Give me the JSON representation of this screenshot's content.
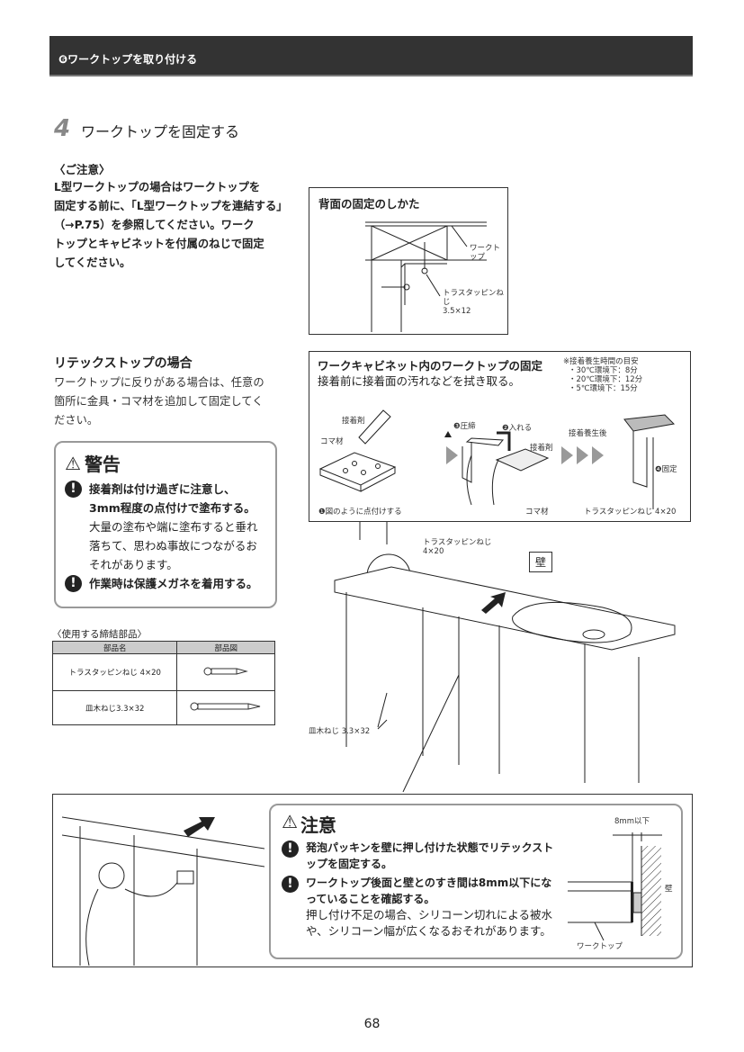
{
  "header": {
    "section": "❻ワークトップを取り付ける"
  },
  "step": {
    "number": "4",
    "title": "ワークトップを固定する"
  },
  "notice": {
    "heading": "〈ご注意〉",
    "lines": [
      "L型ワークトップの場合はワークトップを",
      "固定する前に、「L型ワークトップを連結する」",
      "（→P.75）を参照してください。ワーク",
      "トップとキャビネットを付属のねじで固定",
      "してください。"
    ]
  },
  "back_fix": {
    "title": "背面の固定のしかた",
    "label_worktop": "ワークトップ",
    "label_screw": "トラスタッピンねじ\n3.5×12"
  },
  "retex": {
    "heading": "リテックストップの場合",
    "lines": [
      "ワークトップに反りがある場合は、任意の",
      "箇所に金具・コマ材を追加して固定してく",
      "ださい。"
    ]
  },
  "warning": {
    "title": "警告",
    "items": [
      {
        "bold": "接着剤は付け過ぎに注意し、3mm程度の点付けで塗布する。",
        "text": "大量の塗布や端に塗布すると垂れ落ちて、思わぬ事故につながるおそれがあります。"
      },
      {
        "bold": "作業時は保護メガネを着用する。",
        "text": ""
      }
    ]
  },
  "parts": {
    "caption": "〈使用する締結部品〉",
    "headers": [
      "部品名",
      "部品図"
    ],
    "rows": [
      "トラスタッピンねじ 4×20",
      "皿木ねじ3.3×32"
    ]
  },
  "cabinet_fix": {
    "title": "ワークキャビネット内のワークトップの固定",
    "subtitle": "接着前に接着面の汚れなどを拭き取る。",
    "cure_note": [
      "※接着養生時間の目安",
      "・30℃環境下：8分",
      "・20℃環境下：12分",
      "・5℃環境下：15分"
    ],
    "labels": {
      "adhesive1": "接着剤",
      "koma1": "コマ材",
      "step1": "❶図のように点付けする",
      "step3": "❸圧締",
      "step2": "❷入れる",
      "adhesive2": "接着剤",
      "koma2": "コマ材",
      "after": "接着養生後",
      "step4": "❹固定",
      "screw": "トラスタッピンねじ 4×20"
    }
  },
  "overview": {
    "screw_top": "トラスタッピンねじ\n4×20",
    "wall": "壁",
    "screw_bottom": "皿木ねじ 3.3×32"
  },
  "caution": {
    "title": "注意",
    "items": [
      {
        "bold": "発泡パッキンを壁に押し付けた状態でリテックストップを固定する。",
        "text": ""
      },
      {
        "bold": "ワークトップ後面と壁とのすき間は8mm以下になっていることを確認する。",
        "text": "押し付け不足の場合、シリコーン切れによる被水や、シリコーン幅が広くなるおそれがあります。"
      }
    ],
    "gap_label": "8mm以下",
    "wall_label": "壁",
    "worktop_label": "ワークトップ"
  },
  "page_number": "68"
}
